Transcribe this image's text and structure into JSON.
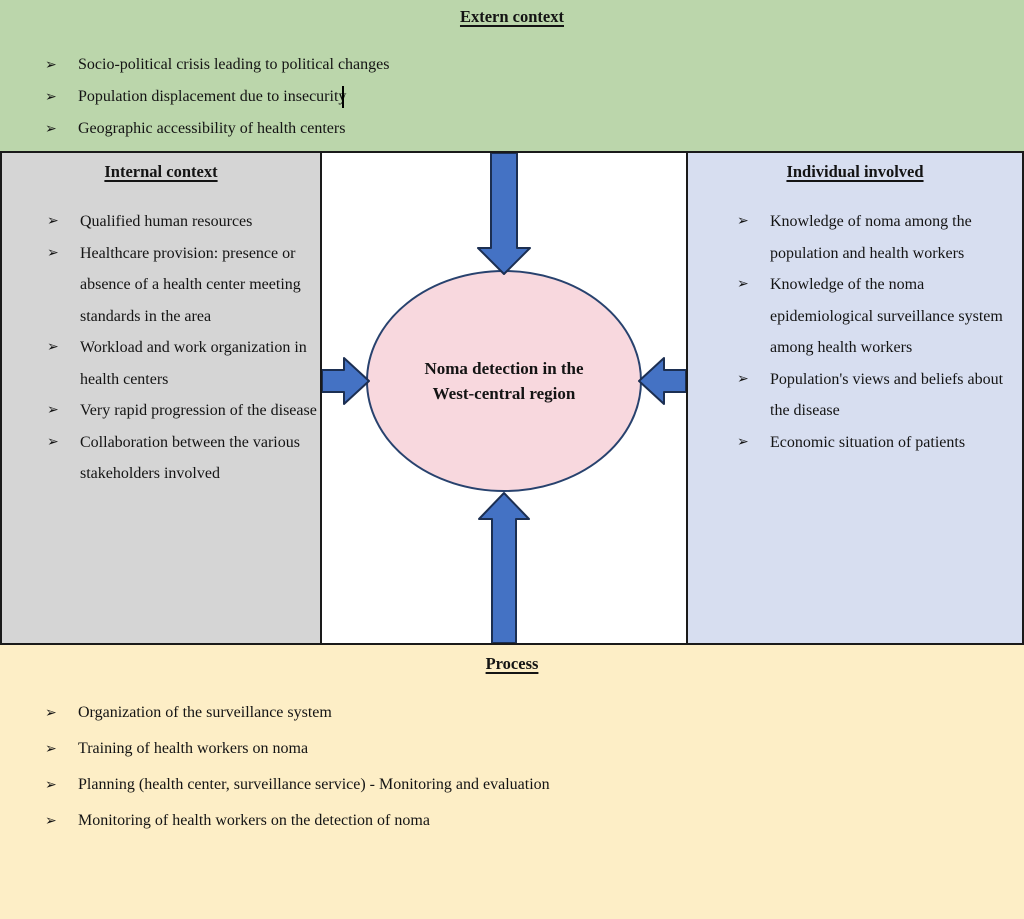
{
  "icons": {
    "bullet": "➢"
  },
  "colors": {
    "extern_bg": "#bbd6ab",
    "internal_bg": "#d5d5d5",
    "individual_bg": "#d7def0",
    "process_bg": "#fdeec6",
    "center_bg": "#ffffff",
    "ellipse_fill": "#f8d8de",
    "ellipse_border": "#28426e",
    "arrow_fill": "#4472c4",
    "arrow_border": "#1c2f52",
    "line": "#1a1a1a"
  },
  "extern": {
    "title": "Extern context",
    "items": [
      "Socio-political crisis leading to political changes",
      "Population displacement due to insecurity",
      "Geographic accessibility of health centers"
    ]
  },
  "internal": {
    "title": "Internal context",
    "items": [
      "Qualified human resources",
      "Healthcare provision: presence or absence of a health center meeting standards in the area",
      "Workload and work organization in health centers",
      "Very rapid progression of the disease",
      "Collaboration between the various stakeholders involved"
    ]
  },
  "individual": {
    "title": "Individual involved",
    "items": [
      "Knowledge of noma among the population and health workers",
      "Knowledge of the noma epidemiological surveillance system among health workers",
      "Population's views and beliefs about the disease",
      "Economic situation of patients"
    ]
  },
  "process": {
    "title": "Process",
    "items": [
      "Organization of the surveillance system",
      "Training of health workers on noma",
      "Planning (health center, surveillance service) - Monitoring and evaluation",
      "Monitoring of health workers on the detection of noma"
    ]
  },
  "center": {
    "label": "Noma detection in the West-central region"
  }
}
